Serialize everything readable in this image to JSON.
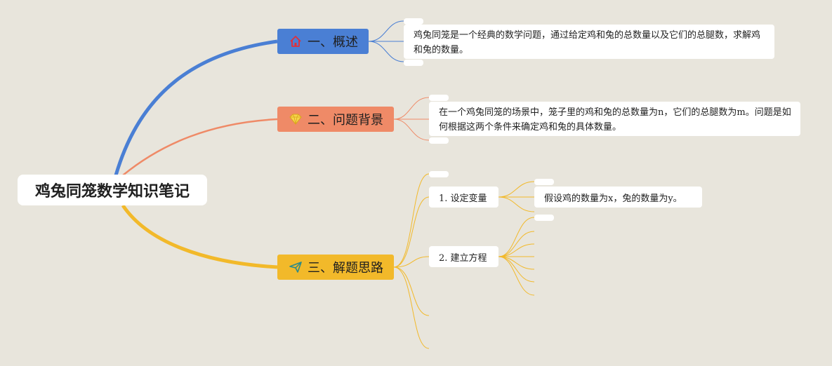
{
  "root": {
    "title": "鸡兔同笼数学知识笔记"
  },
  "colors": {
    "blue": "#4a7fd4",
    "orange": "#ef8a67",
    "yellow": "#f2b92a",
    "background": "#e8e5dc"
  },
  "branches": [
    {
      "label": "一、概述",
      "icon": "home-icon",
      "note": "鸡兔同笼是一个经典的数学问题，通过给定鸡和兔的总数量以及它们的总腿数，求解鸡和兔的数量。"
    },
    {
      "label": "二、问题背景",
      "icon": "diamond-icon",
      "note": "在一个鸡兔同笼的场景中，笼子里的鸡和兔的总数量为n，它们的总腿数为m。问题是如何根据这两个条件来确定鸡和兔的具体数量。"
    },
    {
      "label": "三、解题思路",
      "icon": "send-icon",
      "children": [
        {
          "label": "1. 设定变量",
          "note": "假设鸡的数量为x，兔的数量为y。"
        },
        {
          "label": "2. 建立方程"
        }
      ]
    }
  ]
}
